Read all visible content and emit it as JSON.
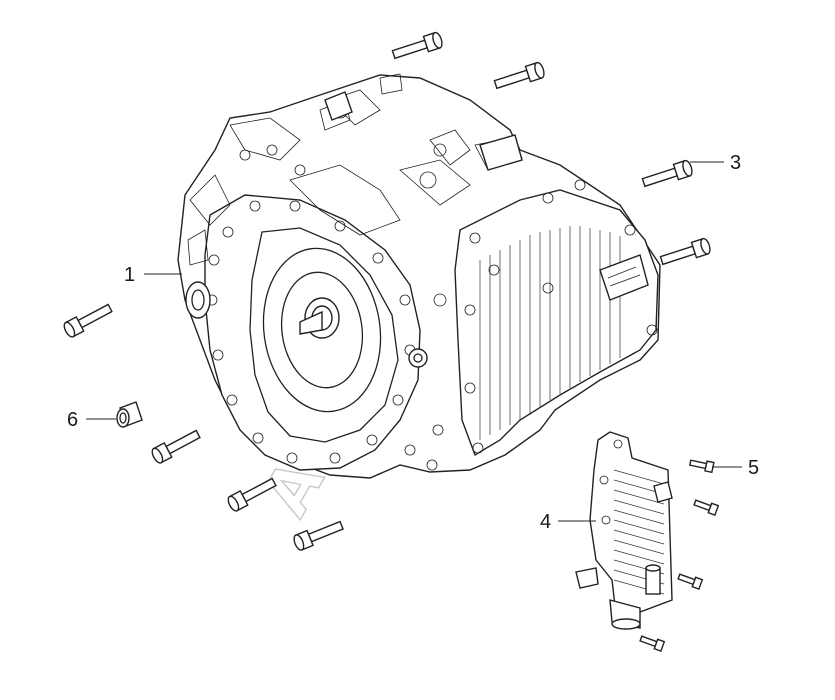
{
  "callouts": [
    {
      "id": "1",
      "label": "1"
    },
    {
      "id": "3",
      "label": "3"
    },
    {
      "id": "4",
      "label": "4"
    },
    {
      "id": "5",
      "label": "5"
    },
    {
      "id": "6",
      "label": "6"
    }
  ],
  "watermark": "Autodoc"
}
